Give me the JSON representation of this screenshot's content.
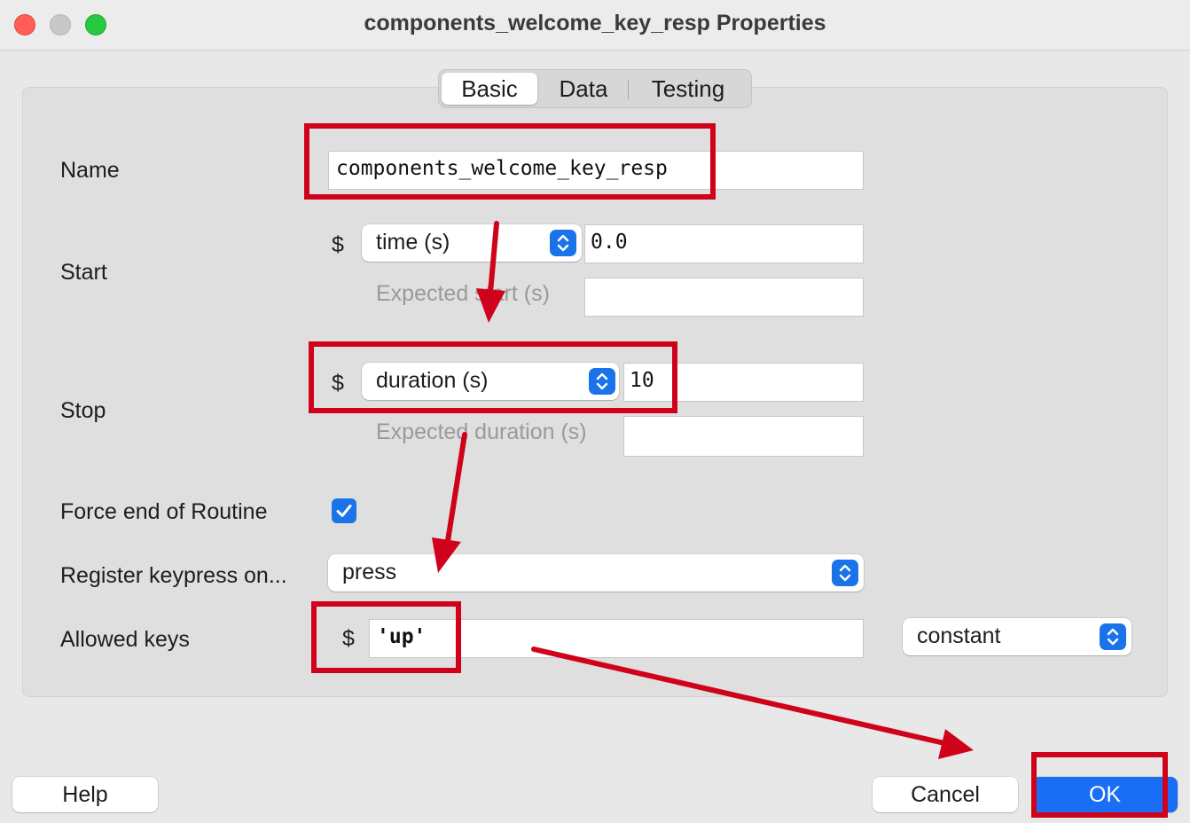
{
  "window": {
    "title": "components_welcome_key_resp Properties",
    "traffic_lights": {
      "close": "#ff5f57",
      "minimize": "#c8c8c8",
      "zoom": "#28c840"
    }
  },
  "tabs": [
    {
      "label": "Basic",
      "active": true
    },
    {
      "label": "Data",
      "active": false
    },
    {
      "label": "Testing",
      "active": false
    }
  ],
  "form": {
    "name": {
      "label": "Name",
      "value": "components_welcome_key_resp"
    },
    "start": {
      "label": "Start",
      "dollar": "$",
      "type_select": "time (s)",
      "value": "0.0",
      "expected_label": "Expected start (s)",
      "expected_value": ""
    },
    "stop": {
      "label": "Stop",
      "dollar": "$",
      "type_select": "duration (s)",
      "value": "10",
      "expected_label": "Expected duration (s)",
      "expected_value": ""
    },
    "force_end": {
      "label": "Force end of Routine",
      "checked": true
    },
    "register_keypress": {
      "label": "Register keypress on...",
      "value": "press"
    },
    "allowed_keys": {
      "label": "Allowed keys",
      "dollar": "$",
      "value": "'up'",
      "update_select": "constant"
    }
  },
  "buttons": {
    "help": "Help",
    "cancel": "Cancel",
    "ok": "OK"
  },
  "annotation_color": "#d0021b",
  "accent_color": "#1a73e8"
}
